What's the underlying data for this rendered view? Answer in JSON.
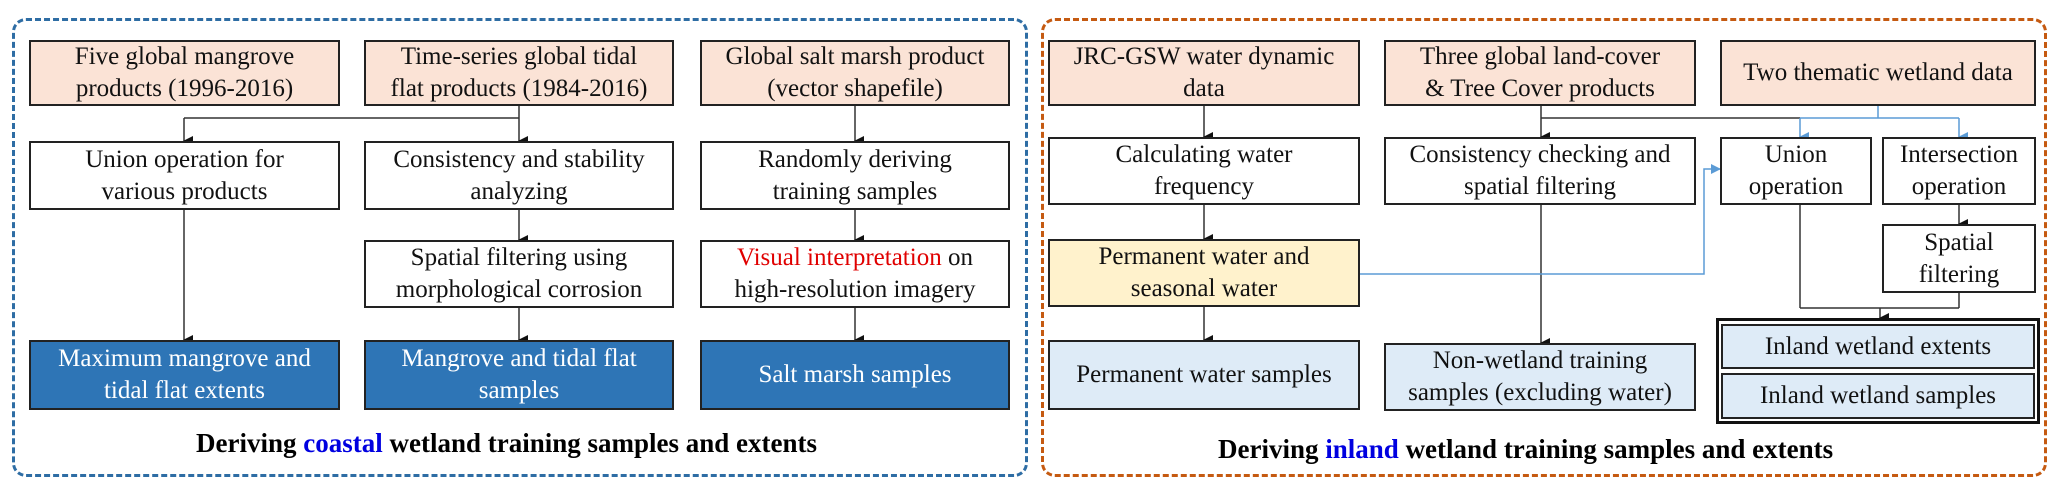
{
  "colors": {
    "coastal_border": "#2e6da4",
    "inland_border": "#c55a11",
    "source_fill": "#fbe3d6",
    "output_fill": "#2e75b6",
    "light_output_fill": "#deebf7",
    "water_fill": "#fff2cc",
    "highlight_red": "#e00000",
    "highlight_blue": "#0000e0",
    "connector_blue": "#5b9bd5"
  },
  "coastal": {
    "title_pre": "Deriving ",
    "title_key": "coastal",
    "title_post": " wetland training samples and extents",
    "mangrove_src": [
      "Five global mangrove",
      "products (1996-2016)"
    ],
    "tidal_src": [
      "Time-series global tidal",
      "flat products (1984-2016)"
    ],
    "saltmarsh_src": [
      "Global salt marsh product",
      "(vector shapefile)"
    ],
    "union": [
      "Union operation for",
      "various products"
    ],
    "consistency": [
      "Consistency and stability",
      "analyzing"
    ],
    "random": [
      "Randomly deriving",
      "training samples"
    ],
    "spatial": [
      "Spatial filtering using",
      "morphological corrosion"
    ],
    "visual_red": "Visual interpretation",
    "visual_rest": " on",
    "visual_line2": "high-resolution imagery",
    "max_extent": [
      "Maximum mangrove and",
      "tidal flat extents"
    ],
    "mt_samples": [
      "Mangrove and tidal flat",
      "samples"
    ],
    "saltmarsh_samples": "Salt marsh samples"
  },
  "inland": {
    "title_pre": "Deriving ",
    "title_key": "inland",
    "title_post": " wetland training samples and extents",
    "jrc_src": [
      "JRC-GSW water dynamic",
      "data"
    ],
    "landcover_src": [
      "Three global land-cover",
      "& Tree Cover products"
    ],
    "thematic_src": "Two thematic wetland data",
    "calc_freq": [
      "Calculating water",
      "frequency"
    ],
    "consistency": [
      "Consistency checking and",
      "spatial filtering"
    ],
    "union": [
      "Union",
      "operation"
    ],
    "intersection": [
      "Intersection",
      "operation"
    ],
    "spatial": [
      "Spatial",
      "filtering"
    ],
    "perm_seasonal": [
      "Permanent water and",
      "seasonal water"
    ],
    "perm_samples": "Permanent water samples",
    "nonwetland": [
      "Non-wetland training",
      "samples (excluding water)"
    ],
    "inland_extents": "Inland wetland extents",
    "inland_samples": "Inland wetland samples"
  }
}
